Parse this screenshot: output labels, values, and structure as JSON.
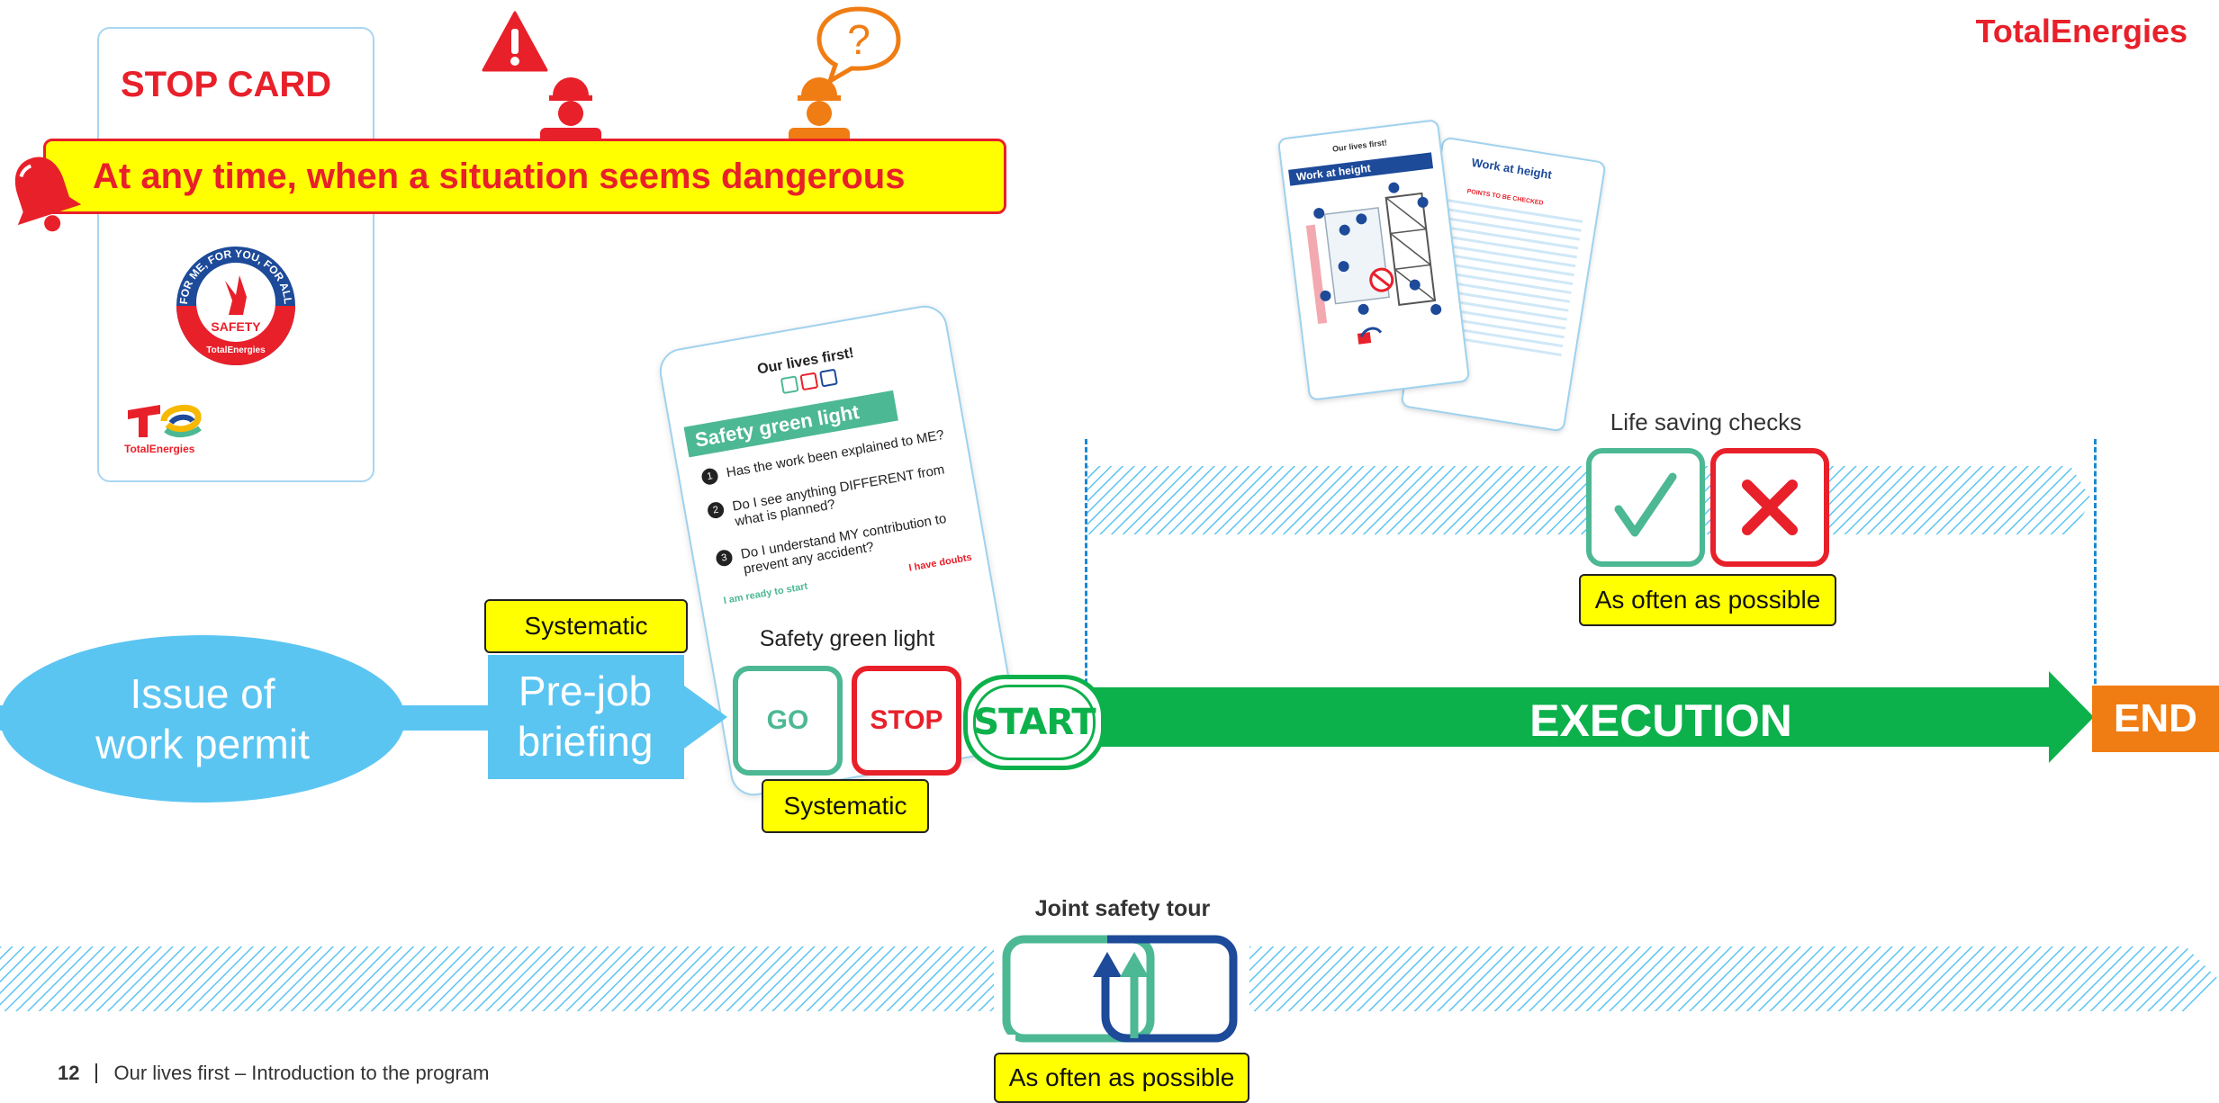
{
  "brand": {
    "name": "TotalEnergies"
  },
  "stop_card": {
    "title": "STOP CARD",
    "badge_text": "FOR ME, FOR YOU, FOR ALL",
    "badge_label": "SAFETY",
    "badge_brand": "TotalEnergies",
    "logo_text": "TotalEnergies"
  },
  "banner": {
    "text": "At any time, when a situation seems dangerous"
  },
  "process": {
    "issue_permit": "Issue of work permit",
    "pre_job": "Pre-job briefing",
    "systematic_top": "Systematic",
    "systematic_bottom": "Systematic",
    "green_light_title": "Safety green light",
    "go": "GO",
    "stop": "STOP",
    "start": "START",
    "execution": "EXECUTION",
    "end": "END"
  },
  "green_card": {
    "header": "Our lives first!",
    "title": "Safety green light",
    "q1": "Has the work been explained to ME?",
    "q2": "Do I see anything DIFFERENT from what is planned?",
    "q3": "Do I understand MY contribution to prevent any accident?",
    "ready": "I am ready to start",
    "doubts": "I have doubts"
  },
  "work_cards": {
    "front_header": "Our lives first!",
    "front_title": "Work at height",
    "back_title": "Work at height",
    "back_subtitle": "POINTS TO BE CHECKED"
  },
  "life_saving": {
    "title": "Life saving checks",
    "frequency": "As often as possible"
  },
  "joint_tour": {
    "title": "Joint safety tour",
    "frequency": "As often as possible"
  },
  "footer": {
    "page": "12",
    "text": "Our lives first – Introduction to the program"
  },
  "colors": {
    "brand_red": "#e8202a",
    "light_blue": "#5bc5f2",
    "green": "#0db14b",
    "teal": "#4db894",
    "orange": "#f07d14",
    "navy": "#1d4a99",
    "yellow": "#ffff00"
  }
}
